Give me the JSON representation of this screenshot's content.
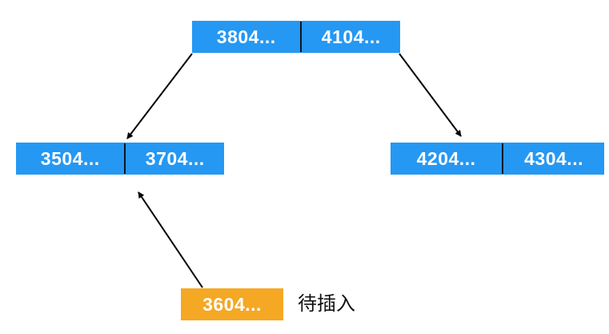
{
  "diagram": {
    "type": "btree-insert",
    "colors": {
      "node_fill": "#2598f3",
      "pending_fill": "#f5a824",
      "node_text": "#ffffff",
      "label_text": "#111111",
      "arrow": "#000000",
      "divider": "#0a1526"
    },
    "nodes": {
      "root": {
        "cells": [
          "3804...",
          "4104..."
        ]
      },
      "left_child": {
        "cells": [
          "3504...",
          "3704..."
        ]
      },
      "right_child": {
        "cells": [
          "4204...",
          "4304..."
        ]
      },
      "pending": {
        "cells": [
          "3604..."
        ],
        "label": "待插入"
      }
    },
    "edges": [
      {
        "from": "root",
        "to": "left_child"
      },
      {
        "from": "root",
        "to": "right_child"
      },
      {
        "from": "pending",
        "to": "left_child"
      }
    ]
  }
}
